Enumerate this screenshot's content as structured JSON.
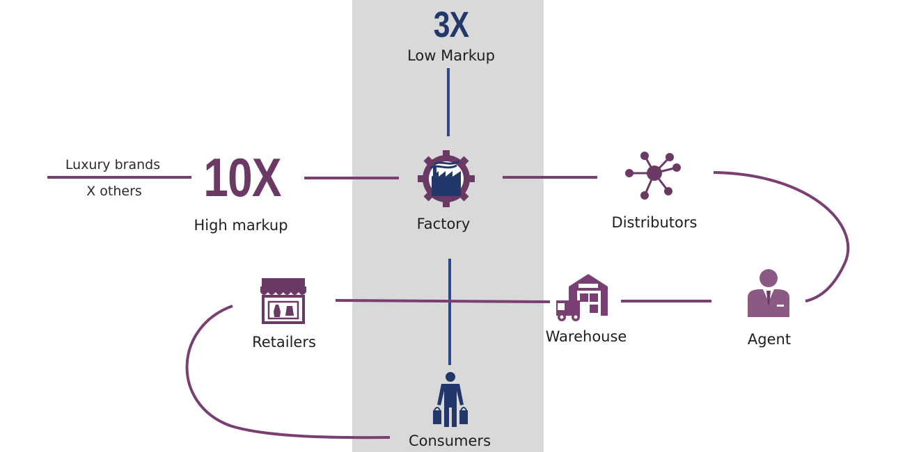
{
  "markup_low": {
    "multiplier": "3X",
    "label": "Low Markup"
  },
  "markup_high": {
    "multiplier": "10X",
    "label": "High markup"
  },
  "luxury": {
    "line1": "Luxury brands",
    "line2": "X others"
  },
  "nodes": {
    "factory": "Factory",
    "distributors": "Distributors",
    "agent": "Agent",
    "warehouse": "Warehouse",
    "retailers": "Retailers",
    "consumers": "Consumers"
  },
  "colors": {
    "purple": "#7a3f72",
    "navy": "#22386b",
    "band": "#d9d9d9"
  },
  "icons": {
    "factory": "factory-gear-icon",
    "distributors": "network-hub-icon",
    "agent": "businessman-icon",
    "warehouse": "warehouse-truck-icon",
    "retailers": "storefront-icon",
    "consumers": "shopper-with-bags-icon"
  }
}
